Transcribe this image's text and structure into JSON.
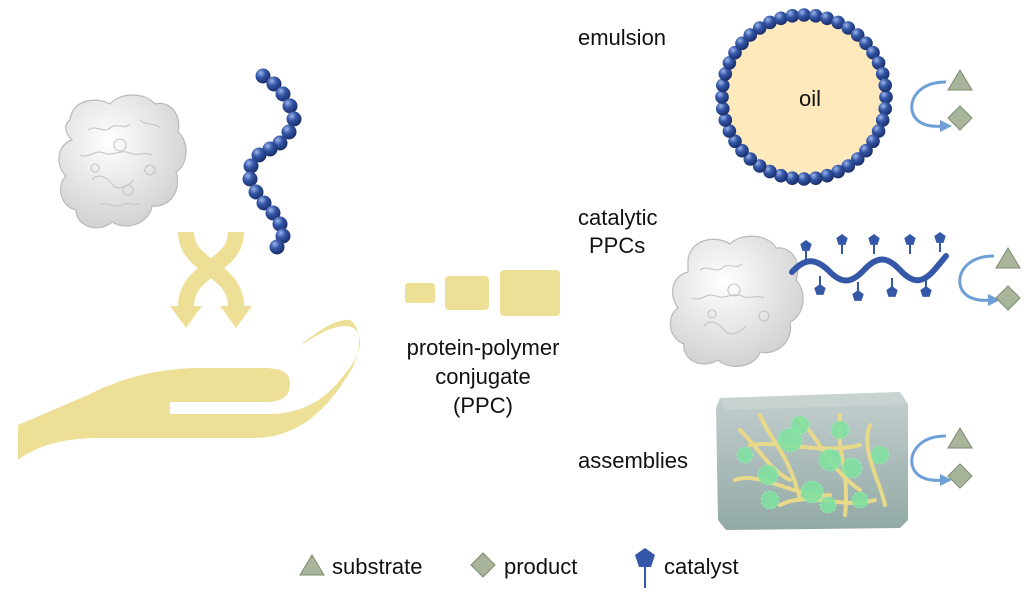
{
  "labels": {
    "ppc_line1": "protein-polymer",
    "ppc_line2": "conjugate",
    "ppc_line3": "(PPC)",
    "emulsion": "emulsion",
    "oil": "oil",
    "catalytic_line1": "catalytic",
    "catalytic_line2": "PPCs",
    "assemblies": "assemblies"
  },
  "legend": [
    {
      "symbol": "triangle",
      "label": "substrate"
    },
    {
      "symbol": "diamond",
      "label": "product"
    },
    {
      "symbol": "pentagon",
      "label": "catalyst"
    }
  ],
  "colors": {
    "hand": "#EEDF97",
    "bead": "#2F4F9E",
    "oil": "#FDE9BC",
    "protein": "#F2F2F2",
    "symbol": "#A9B59A",
    "arrow": "#6E9FD6",
    "box": "#8FA7A2"
  }
}
